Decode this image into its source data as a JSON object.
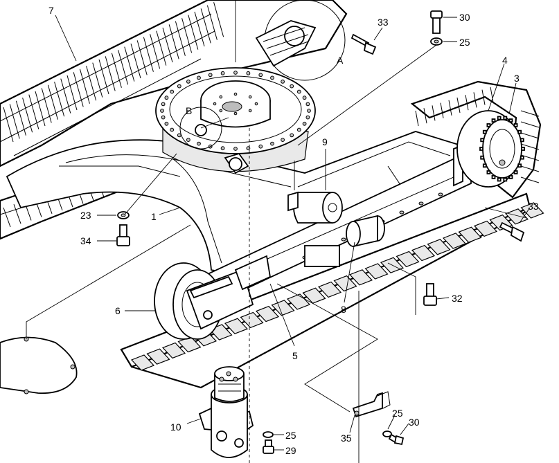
{
  "callouts": [
    {
      "id": "c7",
      "text": "7"
    },
    {
      "id": "c33a",
      "text": "33"
    },
    {
      "id": "c30a",
      "text": "30"
    },
    {
      "id": "c25a",
      "text": "25"
    },
    {
      "id": "cA",
      "text": "A"
    },
    {
      "id": "c4",
      "text": "4"
    },
    {
      "id": "c3",
      "text": "3"
    },
    {
      "id": "cB",
      "text": "B"
    },
    {
      "id": "c9",
      "text": "9"
    },
    {
      "id": "c33b",
      "text": "33"
    },
    {
      "id": "c23",
      "text": "23"
    },
    {
      "id": "c1",
      "text": "1"
    },
    {
      "id": "c34",
      "text": "34"
    },
    {
      "id": "c32",
      "text": "32"
    },
    {
      "id": "c6",
      "text": "6"
    },
    {
      "id": "c8",
      "text": "8"
    },
    {
      "id": "c5",
      "text": "5"
    },
    {
      "id": "c10",
      "text": "10"
    },
    {
      "id": "c25b",
      "text": "25"
    },
    {
      "id": "c29",
      "text": "29"
    },
    {
      "id": "c35",
      "text": "35"
    },
    {
      "id": "c25c",
      "text": "25"
    },
    {
      "id": "c30b",
      "text": "30"
    }
  ]
}
